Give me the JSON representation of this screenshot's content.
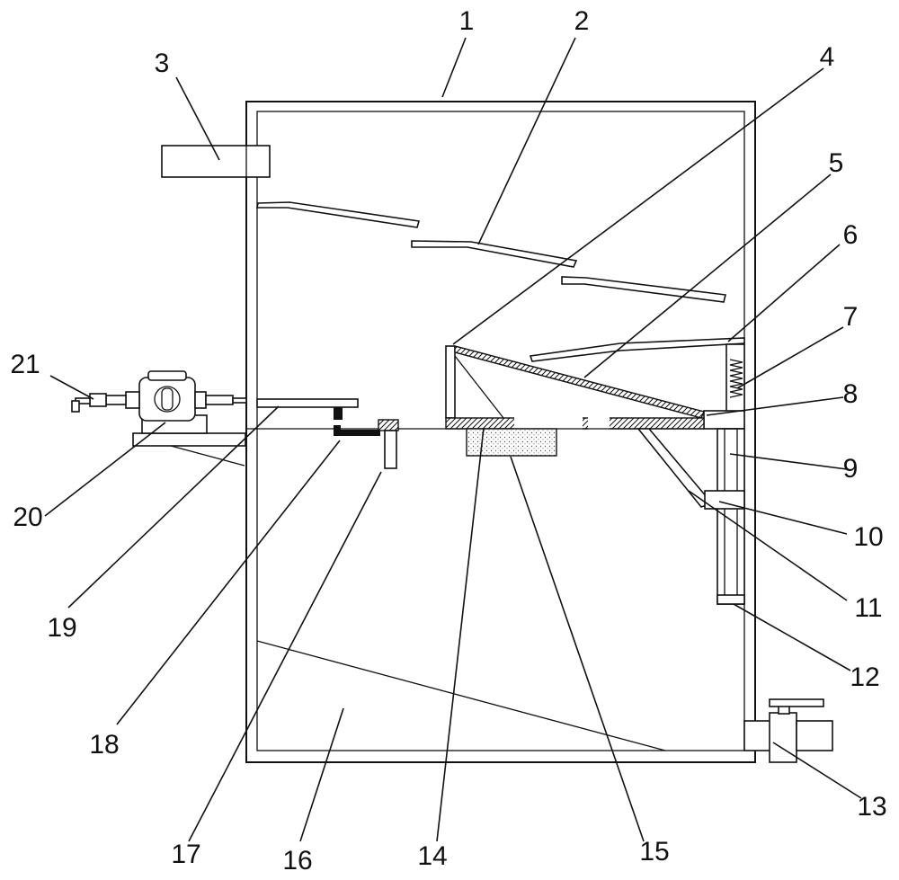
{
  "diagram": {
    "callouts": [
      {
        "id": "1",
        "text": "1"
      },
      {
        "id": "2",
        "text": "2"
      },
      {
        "id": "3",
        "text": "3"
      },
      {
        "id": "4",
        "text": "4"
      },
      {
        "id": "5",
        "text": "5"
      },
      {
        "id": "6",
        "text": "6"
      },
      {
        "id": "7",
        "text": "7"
      },
      {
        "id": "8",
        "text": "8"
      },
      {
        "id": "9",
        "text": "9"
      },
      {
        "id": "10",
        "text": "10"
      },
      {
        "id": "11",
        "text": "11"
      },
      {
        "id": "12",
        "text": "12"
      },
      {
        "id": "13",
        "text": "13"
      },
      {
        "id": "14",
        "text": "14"
      },
      {
        "id": "15",
        "text": "15"
      },
      {
        "id": "16",
        "text": "16"
      },
      {
        "id": "17",
        "text": "17"
      },
      {
        "id": "18",
        "text": "18"
      },
      {
        "id": "19",
        "text": "19"
      },
      {
        "id": "20",
        "text": "20"
      },
      {
        "id": "21",
        "text": "21"
      }
    ],
    "colors": {
      "line": "#111111",
      "background": "#ffffff",
      "hatch": "#111111",
      "filter_dots": "#555555"
    }
  }
}
